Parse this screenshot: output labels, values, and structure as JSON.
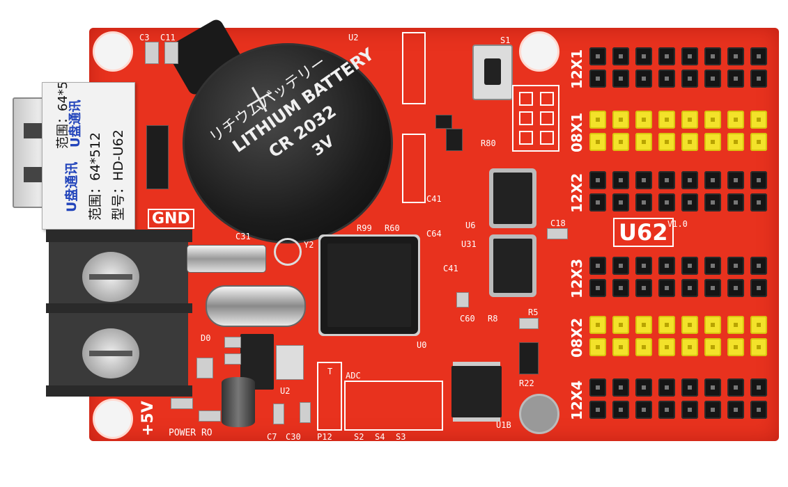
{
  "board": {
    "model_big": "U62",
    "version": "V1.0",
    "gnd_label": "GND",
    "power_label": "+5V",
    "power_text": "POWER RO",
    "colors": {
      "pcb": "#e8321e",
      "header_black": "#151515",
      "header_yellow": "#f3e22a",
      "silkscreen": "#ffffff"
    }
  },
  "battery": {
    "line1": "リチウムバッテリー",
    "line2": "LITHIUM BATTERY",
    "line3": "CR 2032",
    "line4": "3V",
    "symbol": "+"
  },
  "usb_sticker": {
    "line1": "U盘通讯",
    "line2": "范围：64*512",
    "line3": "型号：HD-U62"
  },
  "headers": [
    {
      "label": "12X1",
      "color": "black"
    },
    {
      "label": "08X1",
      "color": "yellow"
    },
    {
      "label": "12X2",
      "color": "black"
    },
    {
      "label": "12X3",
      "color": "black"
    },
    {
      "label": "08X2",
      "color": "yellow"
    },
    {
      "label": "12X4",
      "color": "black"
    }
  ],
  "silk_labels": {
    "c3": "C3",
    "c11": "C11",
    "u2_top": "U2",
    "s1": "S1",
    "y2": "Y2",
    "c31": "C31",
    "r99": "R99",
    "r60": "R60",
    "u6": "U6",
    "u31": "U31",
    "c18": "C18",
    "c41": "C41",
    "c60": "C60",
    "r8": "R8",
    "r5": "R5",
    "r22": "R22",
    "u0": "U0",
    "u1b": "U1B",
    "d0": "D0",
    "u2_bot": "U2",
    "adc": "ADC",
    "c7": "C7",
    "c30": "C30",
    "p12": "P12",
    "s2": "S2",
    "s4": "S4",
    "s3": "S3",
    "t": "T",
    "r80": "R80",
    "c64": "C64",
    "c41b": "C41"
  },
  "icons": [
    "mounting-hole-icon",
    "usb-port-icon",
    "screw-terminal-icon",
    "crystal-icon",
    "capacitor-icon"
  ]
}
